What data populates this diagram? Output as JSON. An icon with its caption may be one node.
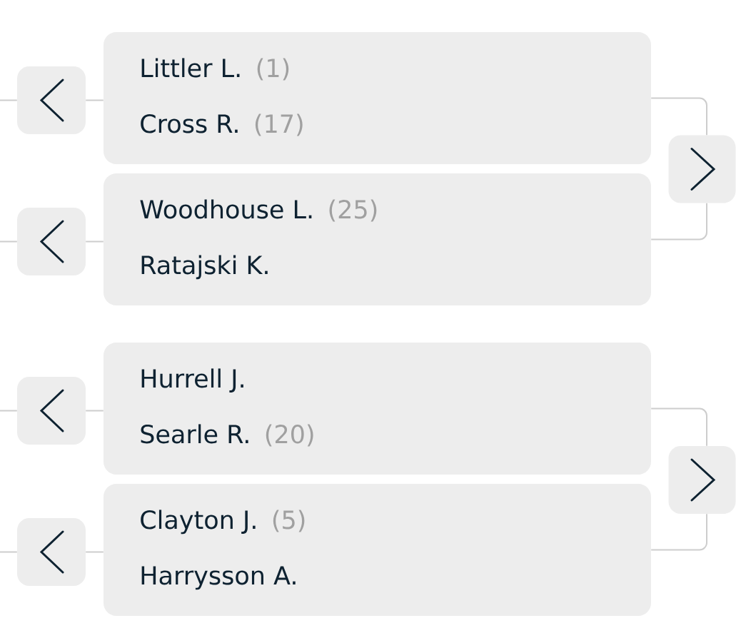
{
  "diagram": {
    "nodes": [
      {
        "text": [],
        "shape": "box"
      },
      {
        "text": [
          "Littler L.",
          "(1)",
          "Cross R.",
          "(17)"
        ]
      },
      {
        "text": [],
        "shape": "box"
      },
      {
        "text": [],
        "shape": "box"
      },
      {
        "text": [
          "Woodhouse L.",
          "(25)",
          "Ratajski K."
        ]
      },
      {
        "text": [],
        "shape": "box"
      },
      {
        "text": [
          "Hurrell J.",
          "Searle R.",
          "(20)"
        ]
      },
      {
        "text": [],
        "shape": "box"
      },
      {
        "text": [],
        "shape": "box"
      },
      {
        "text": [
          "Clayton J.",
          "(5)",
          "Harrysson A."
        ]
      }
    ],
    "edges": [
      {
        "from": null,
        "to": 0,
        "arrow": "none"
      },
      {
        "from": 0,
        "to": 1,
        "arrow": "none"
      },
      {
        "from": 1,
        "to": 2,
        "arrow": "none"
      },
      {
        "from": null,
        "to": 3,
        "arrow": "none"
      },
      {
        "from": 3,
        "to": 4,
        "arrow": "none"
      },
      {
        "from": 4,
        "to": 2,
        "arrow": "none"
      },
      {
        "from": null,
        "to": 5,
        "arrow": "none"
      },
      {
        "from": 5,
        "to": 6,
        "arrow": "none"
      },
      {
        "from": 6,
        "to": 7,
        "arrow": "none"
      },
      {
        "from": null,
        "to": 8,
        "arrow": "none"
      },
      {
        "from": 8,
        "to": 9,
        "arrow": "none"
      },
      {
        "from": 9,
        "to": 7,
        "arrow": "none"
      }
    ]
  }
}
